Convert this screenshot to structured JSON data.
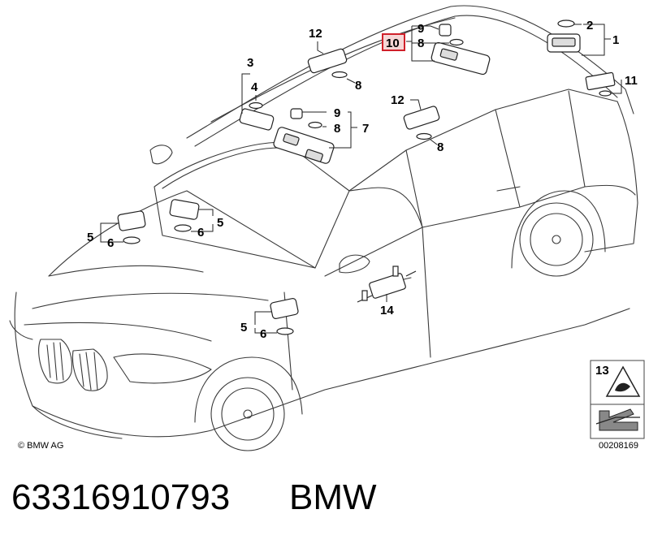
{
  "diagram": {
    "callouts": {
      "c12a": "12",
      "c9a": "9",
      "c10": "10",
      "c8a": "8",
      "c2": "2",
      "c1": "1",
      "c3": "3",
      "c4": "4",
      "c8b": "8",
      "c9b": "9",
      "c8c": "8",
      "c7": "7",
      "c12b": "12",
      "c8d": "8",
      "c11": "11",
      "c5a": "5",
      "c6a": "6",
      "c5b": "5",
      "c6b": "6",
      "c14": "14",
      "c5c": "5",
      "c6c": "6",
      "c13": "13"
    },
    "highlighted_callout": "10",
    "copyright": "© BMW AG",
    "drawing_id": "00208169",
    "highlight_color": "#d0202a"
  },
  "footer": {
    "part_number": "63316910793",
    "brand": "BMW"
  }
}
